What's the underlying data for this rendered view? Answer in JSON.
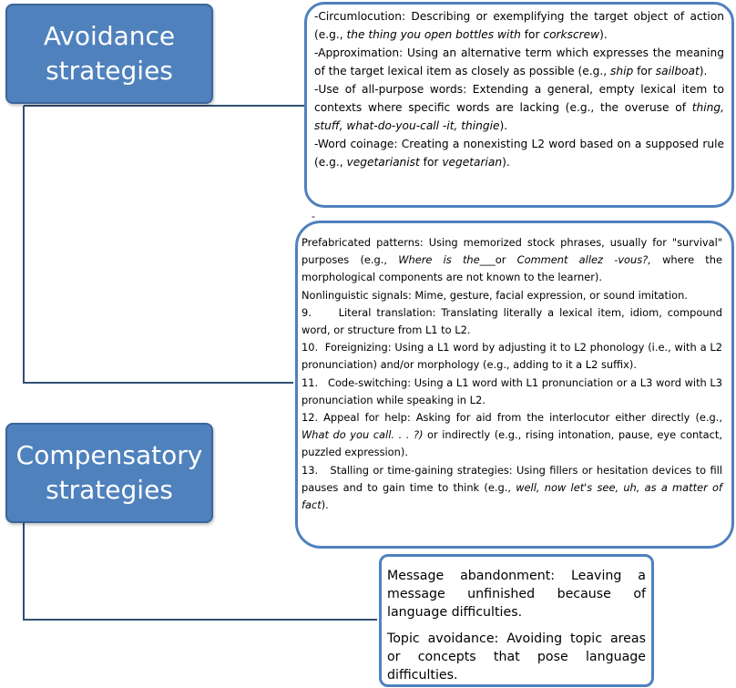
{
  "nodes": {
    "avoidance": {
      "line1": "Avoidance",
      "line2": "strategies"
    },
    "compensatory": {
      "line1": "Compensatory",
      "line2": "strategies"
    }
  },
  "avoidance_panel": {
    "items": [
      {
        "prefix": "-Circumlocution: Describing or exemplifying the target object of action (e.g., ",
        "example": "the thing you open bottles with",
        "middle": " for ",
        "target": "corkscrew",
        "suffix": ")."
      },
      {
        "prefix": "-Approximation: Using an alternative term which expresses the meaning of the target lexical item as closely as possible (e.g., ",
        "example": "ship",
        "middle": " for ",
        "target": "sailboat",
        "suffix": ")."
      },
      {
        "prefix": "-Use of all-purpose words: Extending a general, empty lexical item to contexts where specific words are lacking (e.g., the overuse of ",
        "example": "thing, stuff, what-do-you-call -it, thingie",
        "middle": "",
        "target": "",
        "suffix": ")."
      },
      {
        "prefix": "-Word coinage: Creating a nonexisting L2 word based on a supposed rule (e.g., ",
        "example": "vegetarianist",
        "middle": " for ",
        "target": "vegetarian",
        "suffix": ")."
      }
    ]
  },
  "compensatory_panel": {
    "dash": "-",
    "prefab_prefix": "Prefabricated patterns: Using memorized stock phrases, usually for \"survival\" purposes (e.g., ",
    "prefab_ex1": "Where is the___",
    "prefab_or": "or ",
    "prefab_ex2": "Comment allez -vous?,",
    "prefab_suffix": " where the morphological components are not known to the learner).",
    "nonling": "Nonlinguistic signals: Mime, gesture, facial expression, or sound imitation.",
    "literal": "9.     Literal translation: Translating literally a lexical item, idiom, compound word, or structure from L1 to L2.",
    "foreign": "10.  Foreignizing: Using a L1 word by adjusting it to L2 phonology (i.e., with a L2 pronunciation) and/or morphology (e.g., adding to it a L2 suffix).",
    "code": "11.   Code-switching: Using a L1 word with L1 pronunciation or a L3 word with L3 pronunciation while speaking in L2.",
    "appeal_prefix": "12. Appeal for help: Asking for aid from the interlocutor either directly (e.g., ",
    "appeal_ex": "What do you call. . . ?)",
    "appeal_suffix": " or indirectly (e.g., rising intonation, pause, eye contact, puzzled expression).",
    "stall_prefix": "13.   Stalling or time-gaining strategies: Using fillers or hesitation devices to fill pauses and to gain time to think (e.g., ",
    "stall_ex": "well, now let's see, uh, as a matter of fact",
    "stall_suffix": ")."
  },
  "abandon_panel": {
    "message": "Message abandonment: Leaving a message unfinished because of language difficulties.",
    "topic": "Topic avoidance: Avoiding topic areas or concepts that pose language difficulties."
  },
  "colors": {
    "node_fill": "#4f81bd",
    "node_border": "#3a6597",
    "panel_border": "#4f81bd",
    "connector": "#2f4f74"
  }
}
